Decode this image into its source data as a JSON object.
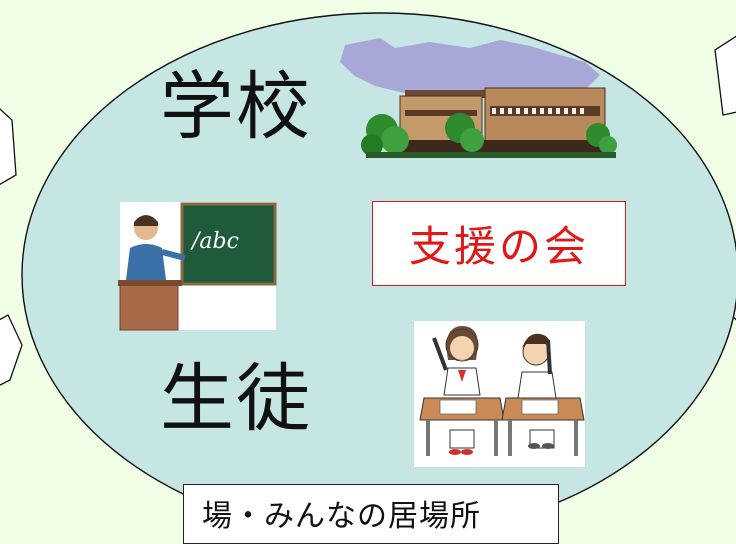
{
  "labels": {
    "school": "学校",
    "student": "生徒",
    "support": "支援の会",
    "place": "場・みんなの居場所"
  },
  "blackboard_text": "/abc",
  "colors": {
    "background": "#f1ffe7",
    "ellipse_fill": "#c6e6e4",
    "support_red": "#e01818"
  },
  "icons": [
    "school-building-icon",
    "teacher-blackboard-icon",
    "students-at-desks-icon"
  ]
}
